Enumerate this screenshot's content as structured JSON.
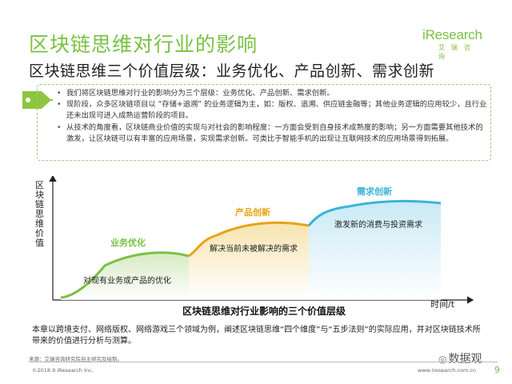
{
  "header": {
    "title": "区块链思维对行业的影响",
    "subtitle": "区块链思维三个价值层级：业务优化、产品创新、需求创新",
    "logo_name": "iResearch",
    "logo_cn": "艾瑞咨询"
  },
  "bullets": [
    "我们将区块链思维对行业的影响分为三个层级：业务优化、产品创新、需求创新。",
    "现阶段，众多区块链项目以 “存储+追溯” 的业务逻辑为主，如：版权、追溯、供应链金融等；其他业务逻辑的应用较少，且行业还未出现可进入成熟运营阶段的项目。",
    "从技术的角度看，区块链商业价值的实现与对社会的影响程度：一方面会受到自身技术成熟度的影响；另一方面需要其他技术的激发，让区块链可以有丰富的应用场景，实现需求创新。可类比于智能手机的出现让互联网技术的应用场景得到拓展。"
  ],
  "diagram": {
    "y_axis_label": "区块链思维价值",
    "x_axis_label": "时间/t",
    "axis_title": "区块链思维对行业影响的三个价值层级",
    "stages": [
      {
        "title": "业务优化",
        "desc": "对现有业务或产品的优化",
        "color": "#79c142"
      },
      {
        "title": "产品创新",
        "desc": "解决当前未被解决的需求",
        "color": "#e8a317"
      },
      {
        "title": "需求创新",
        "desc": "激发新的消费与投资需求",
        "color": "#3bb3d9"
      }
    ]
  },
  "body_text": "本章以跨境支付、网络版权、网络游戏三个领域为例，阐述区块链思维“四个维度”与“五步法则”的实际应用，并对区块链技术所带来的价值进行分析与测算。",
  "footer": {
    "source": "来源：艾瑞咨询研究院自主研究及绘制。",
    "copyright": "©2018.9 iResearch Inc.",
    "website": "www.iresearch.com.cn",
    "wechat": "数据观",
    "page_number": "9"
  }
}
